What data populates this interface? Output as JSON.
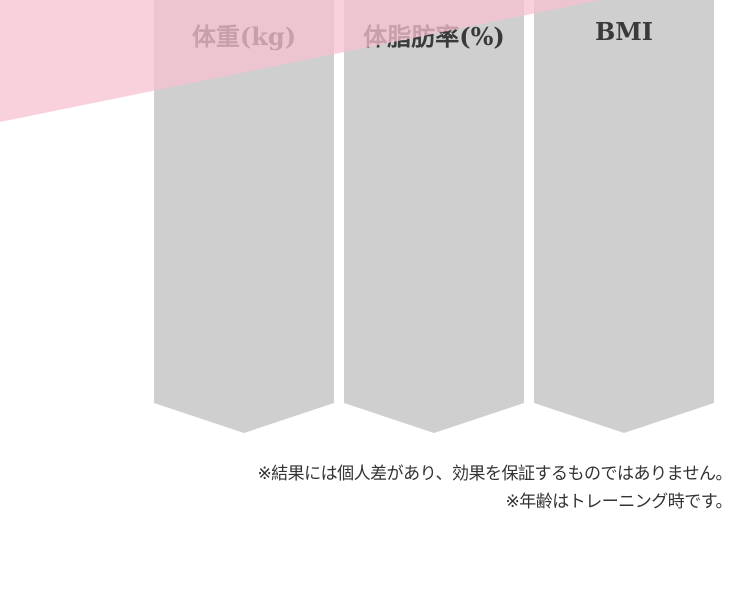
{
  "colors": {
    "accent_pink": "#f7c1d0",
    "column_gray": "#cfcfcf",
    "header_text": "#3a3a3a",
    "note_text": "#333333"
  },
  "columns": [
    {
      "header": "体重(kg)"
    },
    {
      "header": "体脂肪率(%)"
    },
    {
      "header": "BMI"
    }
  ],
  "notes": {
    "line1": "※結果には個人差があり、効果を保証するものではありません。",
    "line2": "※年齢はトレーニング時です。"
  }
}
